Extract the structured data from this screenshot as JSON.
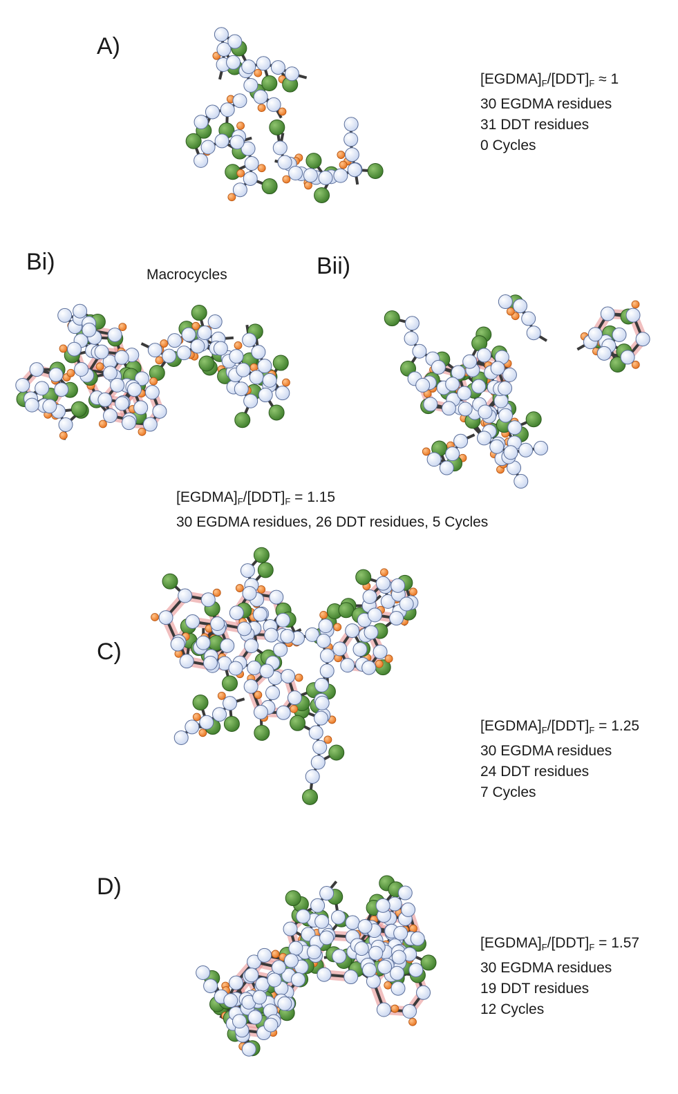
{
  "panels": {
    "A": {
      "label": "A)",
      "ratio": {
        "lhs1": "[EGDMA]",
        "sub": "F",
        "sep": "/[DDT]",
        "rel": " ≈ 1"
      },
      "lines": [
        "30 EGDMA residues",
        "31 DDT residues",
        "0 Cycles"
      ]
    },
    "Bi": {
      "label": "Bi)",
      "note": "Macrocycles"
    },
    "Bii": {
      "label": "Bii)"
    },
    "B": {
      "ratio": {
        "lhs1": "[EGDMA]",
        "sub": "F",
        "sep": "/[DDT]",
        "rel": " = 1.15"
      },
      "line": "30 EGDMA residues, 26 DDT residues, 5 Cycles"
    },
    "C": {
      "label": "C)",
      "ratio": {
        "lhs1": "[EGDMA]",
        "sub": "F",
        "sep": "/[DDT]",
        "rel": " = 1.25"
      },
      "lines": [
        "30 EGDMA residues",
        "24 DDT residues",
        "7 Cycles"
      ]
    },
    "D": {
      "label": "D)",
      "ratio": {
        "lhs1": "[EGDMA]",
        "sub": "F",
        "sep": "/[DDT]",
        "rel": " = 1.57"
      },
      "lines": [
        "30 EGDMA residues",
        "19 DDT residues",
        "12 Cycles"
      ]
    }
  },
  "colors": {
    "backbone": "#c9d6f0",
    "dodecyl": "#3e7d2b",
    "ester": "#e8731e",
    "bond": "#3a3a3a",
    "cycle": "#e58a8a"
  }
}
